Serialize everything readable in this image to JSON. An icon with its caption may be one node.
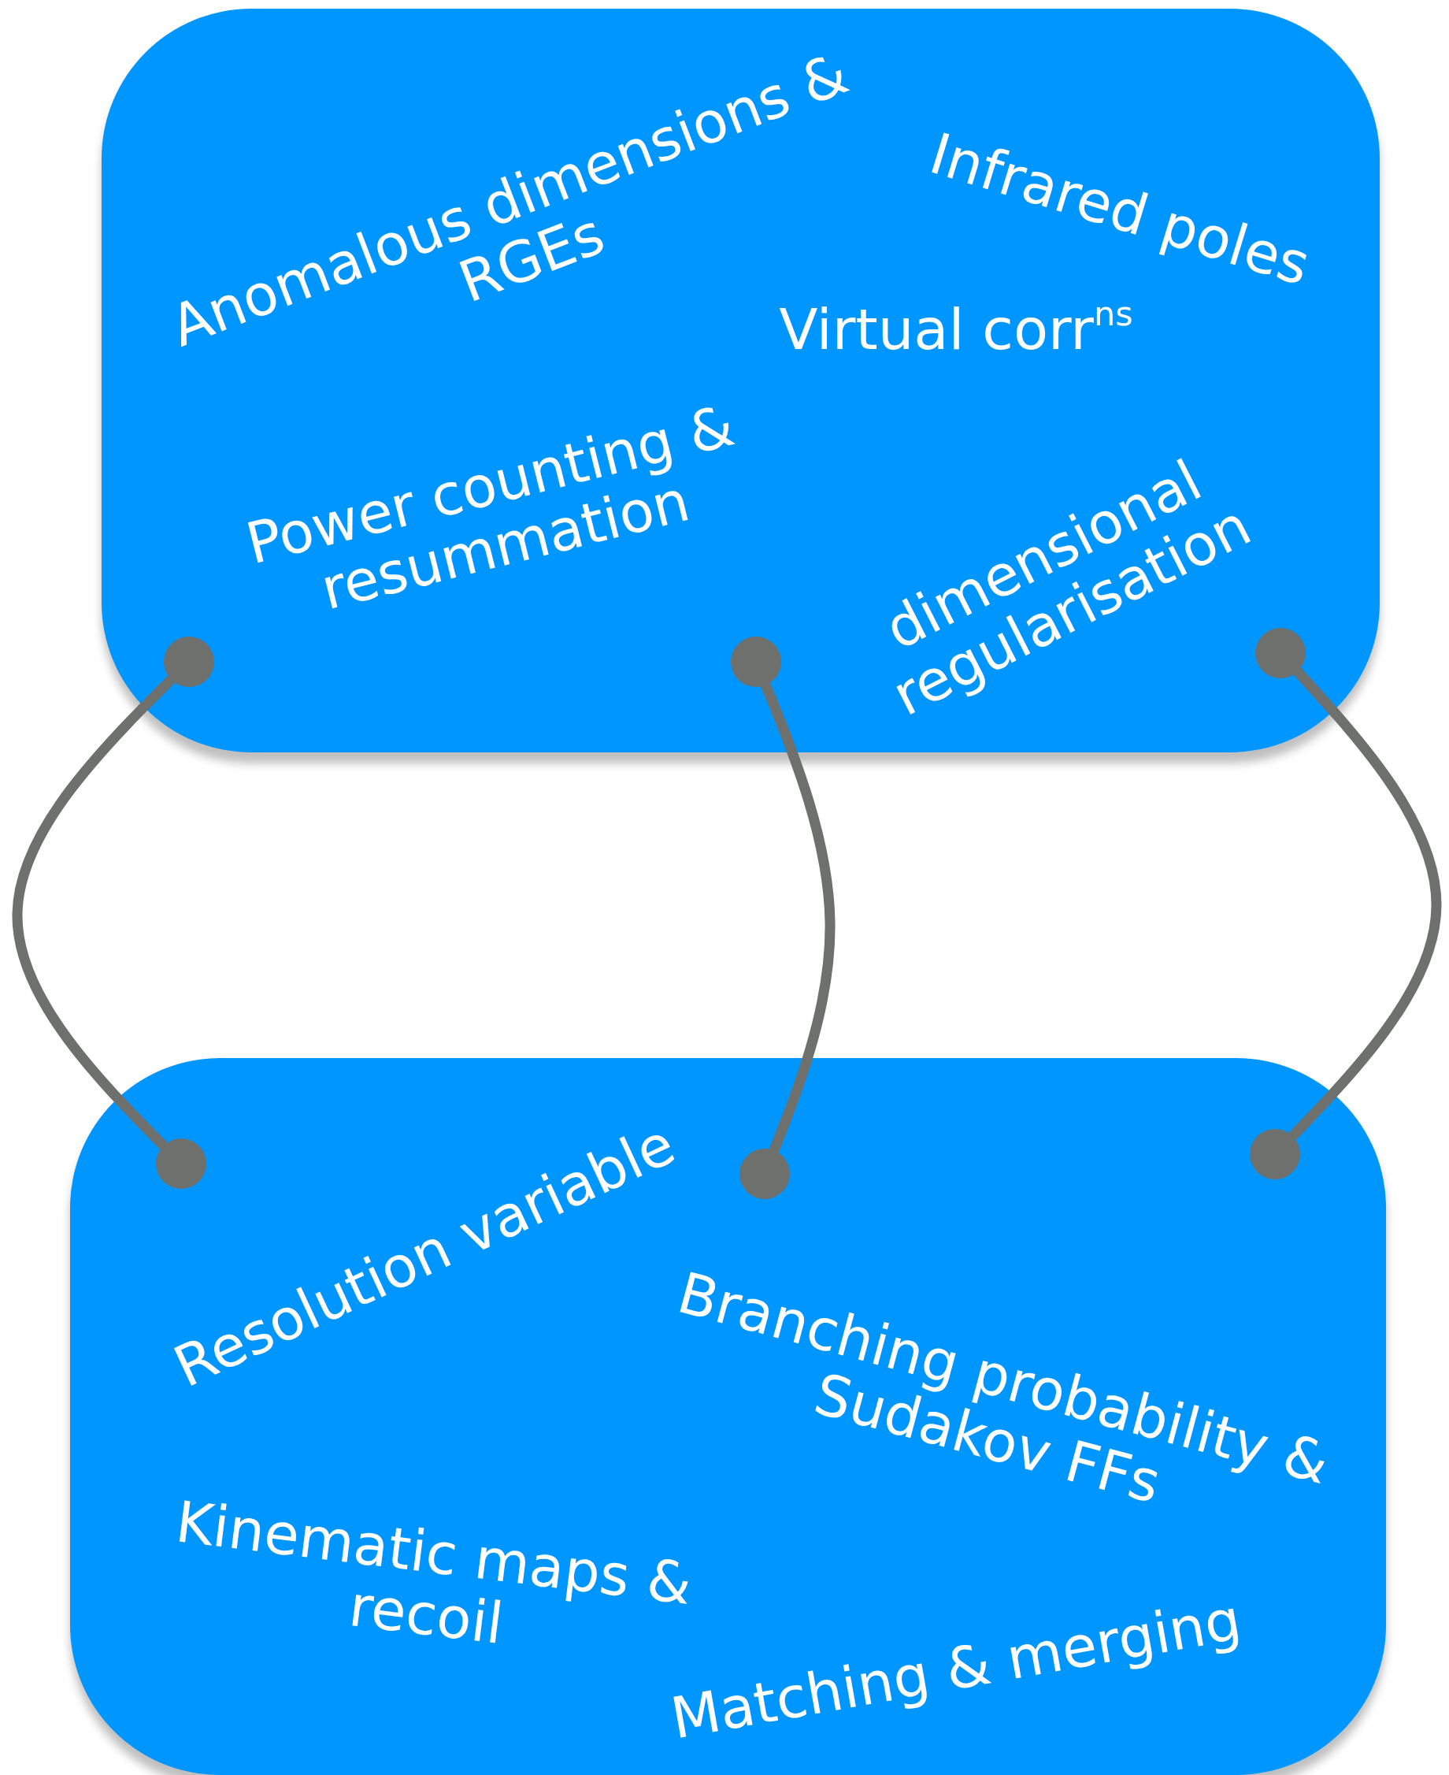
{
  "diagram": {
    "nodes": [
      {
        "text": [
          "Anomalous dimensions & RGEs",
          "Infrared poles",
          "Virtual corr$^{ns}$",
          "Power counting & resummation",
          "dimensional regularisation"
        ]
      },
      {
        "text": [
          "Resolution variable",
          "Branching probability & Sudakov FFs",
          "Kinematic maps & recoil",
          "Matching & merging"
        ]
      }
    ],
    "edges": [
      {
        "from": 0,
        "to": 1,
        "arrow": "other"
      },
      {
        "from": 0,
        "to": 1,
        "arrow": "other"
      },
      {
        "from": 0,
        "to": 1,
        "arrow": "other"
      }
    ]
  }
}
